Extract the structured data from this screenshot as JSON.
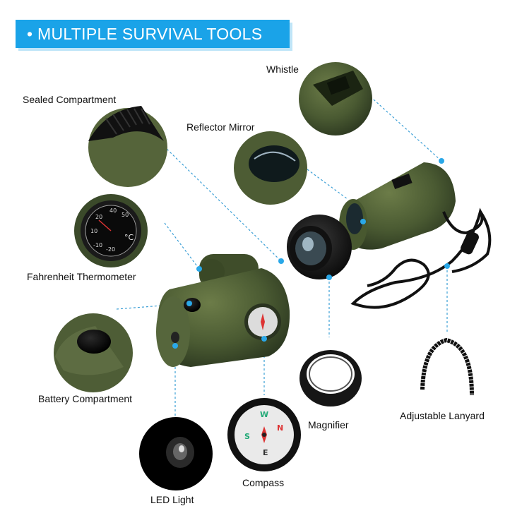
{
  "banner": {
    "title": "• MULTIPLE SURVIVAL TOOLS"
  },
  "labels": {
    "whistle": "Whistle",
    "sealed_compartment": "Sealed Compartment",
    "reflector_mirror": "Reflector Mirror",
    "fahrenheit_thermometer": "Fahrenheit Thermometer",
    "battery_compartment": "Battery Compartment",
    "magnifier": "Magnifier",
    "adjustable_lanyard": "Adjustable Lanyard",
    "compass": "Compass",
    "led_light": "LED Light"
  },
  "colors": {
    "banner": "#1aa3e8",
    "body_green": "#4a5a32",
    "callout_line": "#3b9fd6",
    "dot": "#2aa8e8"
  }
}
